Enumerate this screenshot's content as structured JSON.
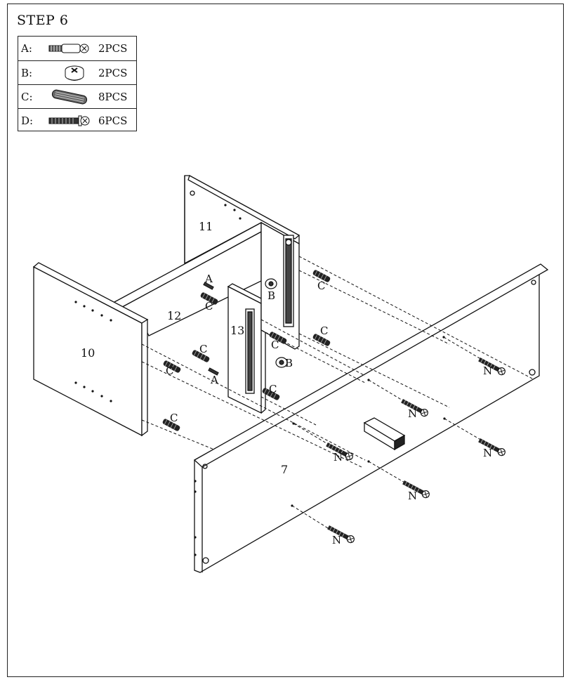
{
  "step": {
    "title": "STEP 6"
  },
  "parts": [
    {
      "letter": "A:",
      "qty": "2PCS",
      "icon": "cam-bolt-icon"
    },
    {
      "letter": "B:",
      "qty": "2PCS",
      "icon": "cam-lock-icon"
    },
    {
      "letter": "C:",
      "qty": "8PCS",
      "icon": "wooden-dowel-icon"
    },
    {
      "letter": "D:",
      "qty": "6PCS",
      "icon": "screw-icon"
    }
  ],
  "panels": {
    "p10": "10",
    "p11": "11",
    "p12": "12",
    "p13": "13",
    "p7": "7"
  },
  "callouts": {
    "A": "A",
    "B": "B",
    "C": "C",
    "N": "N"
  }
}
